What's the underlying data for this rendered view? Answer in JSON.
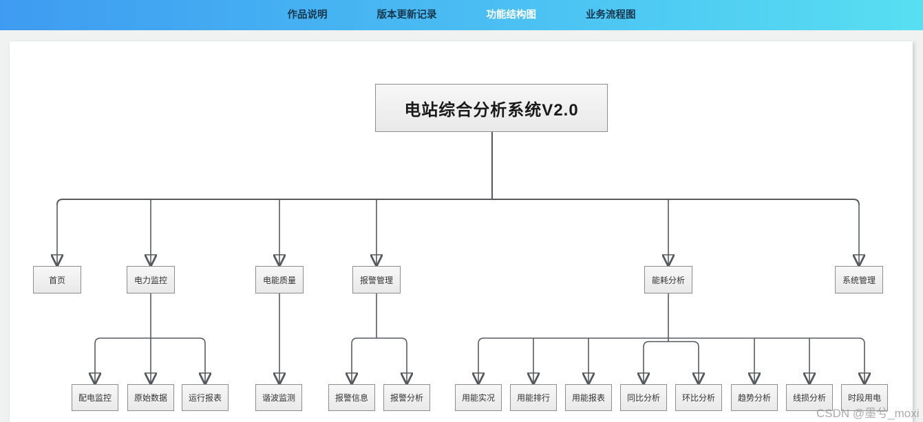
{
  "nav": {
    "items": [
      {
        "label": "作品说明",
        "active": false
      },
      {
        "label": "版本更新记录",
        "active": false
      },
      {
        "label": "功能结构图",
        "active": true
      },
      {
        "label": "业务流程图",
        "active": false
      }
    ]
  },
  "tree": {
    "root": "电站综合分析系统V2.0",
    "children": [
      {
        "label": "首页",
        "children": []
      },
      {
        "label": "电力监控",
        "children": [
          {
            "label": "配电监控"
          },
          {
            "label": "原始数据"
          },
          {
            "label": "运行报表"
          }
        ]
      },
      {
        "label": "电能质量",
        "children": [
          {
            "label": "谐波监测"
          }
        ]
      },
      {
        "label": "报警管理",
        "children": [
          {
            "label": "报警信息"
          },
          {
            "label": "报警分析"
          }
        ]
      },
      {
        "label": "能耗分析",
        "children": [
          {
            "label": "用能实况"
          },
          {
            "label": "用能排行"
          },
          {
            "label": "用能报表"
          },
          {
            "label": "同比分析"
          },
          {
            "label": "环比分析"
          },
          {
            "label": "趋势分析"
          },
          {
            "label": "线损分析"
          },
          {
            "label": "时段用电"
          }
        ]
      },
      {
        "label": "系统管理",
        "children": []
      }
    ]
  },
  "watermark": "CSDN @墨兮_moxi",
  "colors": {
    "nav_gradient_left": "#3e9bf1",
    "nav_gradient_right": "#57dff2",
    "nav_text": "#16374e",
    "nav_text_active": "#ffffff",
    "connector_line": "#55595e",
    "node_border": "#8c8c8c",
    "node_fill": "#eeeeee",
    "watermark_gray": "#999999"
  }
}
